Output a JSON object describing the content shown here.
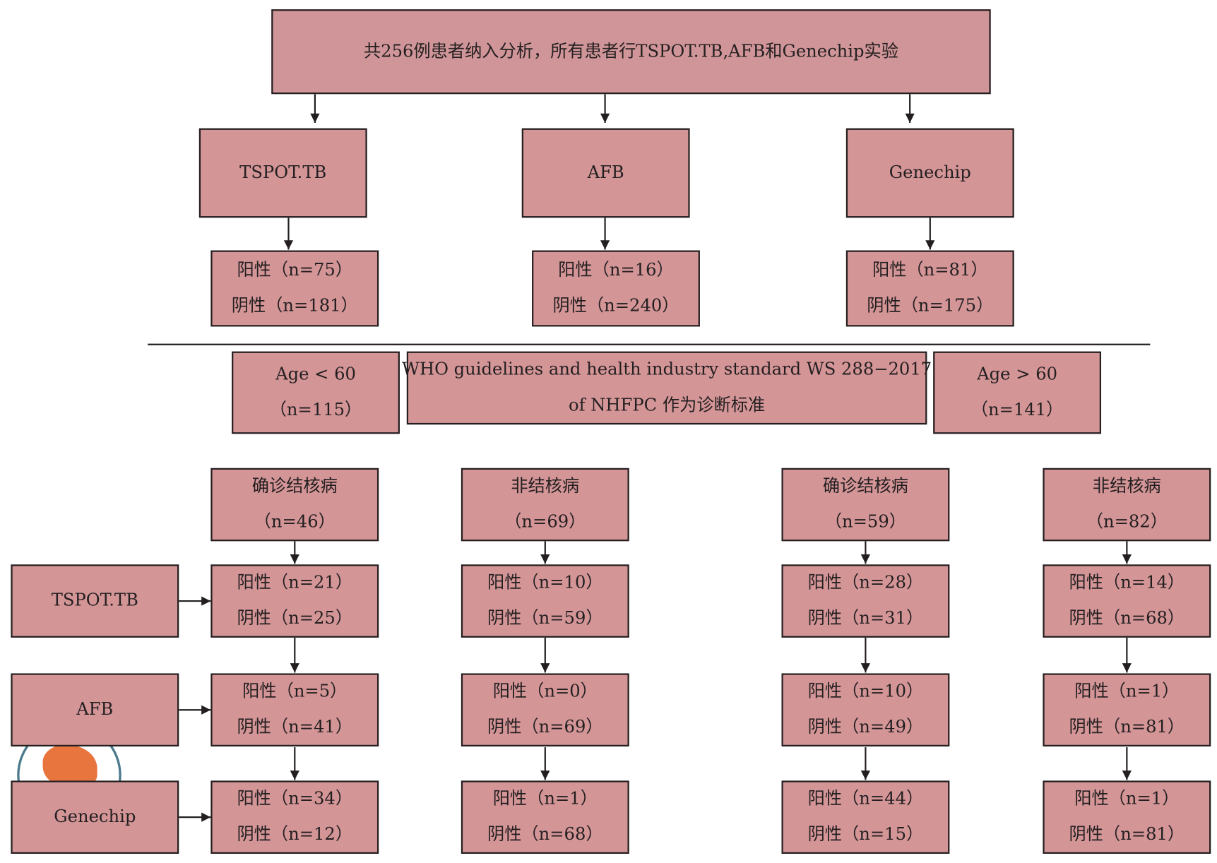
{
  "header": {
    "text": "共256例患者纳入分析，所有患者行TSPOT.TB,AFB和Genechip实验"
  },
  "tests": [
    {
      "name": "TSPOT.TB",
      "positive": "阳性（n=75）",
      "negative": "阴性（n=181）"
    },
    {
      "name": "AFB",
      "positive": "阳性（n=16）",
      "negative": "阴性（n=240）"
    },
    {
      "name": "Genechip",
      "positive": "阳性（n=81）",
      "negative": "阴性（n=175）"
    }
  ],
  "age_groups": {
    "young": {
      "label": "Age < 60",
      "n": "（n=115）"
    },
    "standard": {
      "line1": "WHO guidelines and health industry standard WS 288−2017",
      "line2": "of NHFPC 作为诊断标准"
    },
    "old": {
      "label": "Age > 60",
      "n": "（n=141）"
    }
  },
  "row_labels": [
    "TSPOT.TB",
    "AFB",
    "Genechip"
  ],
  "columns": [
    {
      "title": "确诊结核病",
      "n": "（n=46）",
      "results": [
        [
          "阳性（n=21）",
          "阴性（n=25）"
        ],
        [
          "阳性（n=5）",
          "阴性（n=41）"
        ],
        [
          "阳性（n=34）",
          "阴性（n=12）"
        ]
      ]
    },
    {
      "title": "非结核病",
      "n": "（n=69）",
      "results": [
        [
          "阳性（n=10）",
          "阴性（n=59）"
        ],
        [
          "阳性（n=0）",
          "阴性（n=69）"
        ],
        [
          "阳性（n=1）",
          "阴性（n=68）"
        ]
      ]
    },
    {
      "title": "确诊结核病",
      "n": "（n=59）",
      "results": [
        [
          "阳性（n=28）",
          "阴性（n=31）"
        ],
        [
          "阳性（n=10）",
          "阴性（n=49）"
        ],
        [
          "阳性（n=44）",
          "阴性（n=15）"
        ]
      ]
    },
    {
      "title": "非结核病",
      "n": "（n=82）",
      "results": [
        [
          "阳性（n=14）",
          "阴性（n=68）"
        ],
        [
          "阳性（n=1）",
          "阴性（n=81）"
        ],
        [
          "阳性（n=1）",
          "阴性（n=81）"
        ]
      ]
    }
  ],
  "colors": {
    "box_fill": "#d49597",
    "border": "#231f20",
    "logo_orange": "#e8743e",
    "logo_blue": "#4a7a8c"
  }
}
